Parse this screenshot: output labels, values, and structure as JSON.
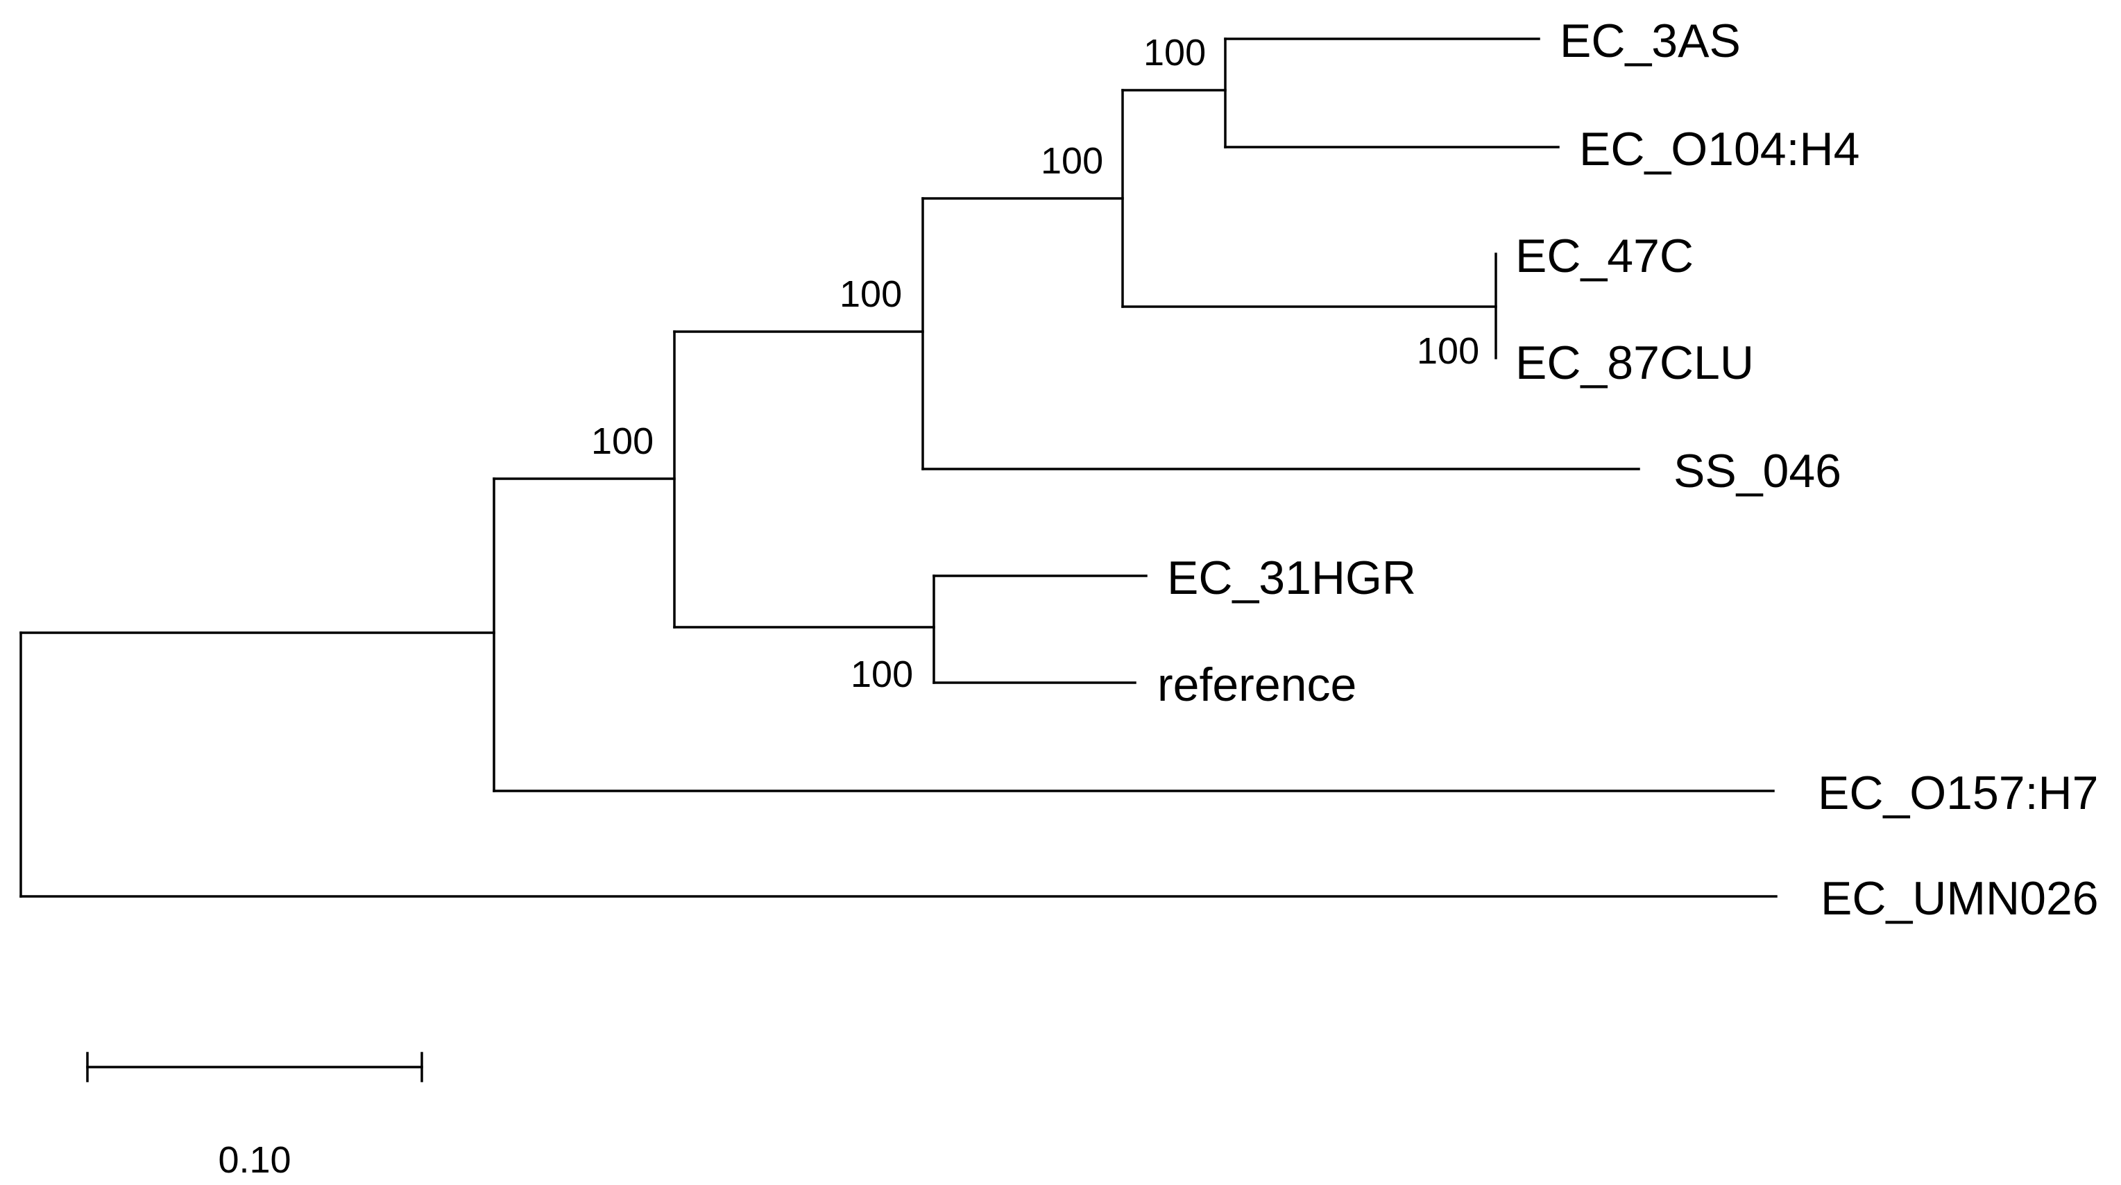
{
  "tree": {
    "taxa": [
      {
        "id": "t1",
        "label": "EC_3AS"
      },
      {
        "id": "t2",
        "label": "EC_O104:H4"
      },
      {
        "id": "t3",
        "label": "EC_47C"
      },
      {
        "id": "t4",
        "label": "EC_87CLU"
      },
      {
        "id": "t5",
        "label": "SS_046"
      },
      {
        "id": "t6",
        "label": "EC_31HGR"
      },
      {
        "id": "t7",
        "label": "reference"
      },
      {
        "id": "t8",
        "label": "EC_O157:H7"
      },
      {
        "id": "t9",
        "label": "EC_UMN026"
      }
    ],
    "bootstrap_values": [
      {
        "clade": "EC_3AS,EC_O104:H4",
        "value": "100"
      },
      {
        "clade": "EC_3AS,EC_O104:H4,EC_47C,EC_87CLU",
        "value": "100"
      },
      {
        "clade": "EC_3AS,EC_O104:H4,EC_47C,EC_87CLU,SS_046",
        "value": "100"
      },
      {
        "clade": "EC_47C,EC_87CLU",
        "value": "100"
      },
      {
        "clade": "EC_3AS,EC_O104:H4,EC_47C,EC_87CLU,SS_046,EC_31HGR,reference",
        "value": "100"
      },
      {
        "clade": "EC_31HGR,reference",
        "value": "100"
      }
    ],
    "scale_bar": {
      "label": "0.10",
      "length": 0.1
    },
    "line_color": "#000000",
    "text_color": "#000000"
  }
}
